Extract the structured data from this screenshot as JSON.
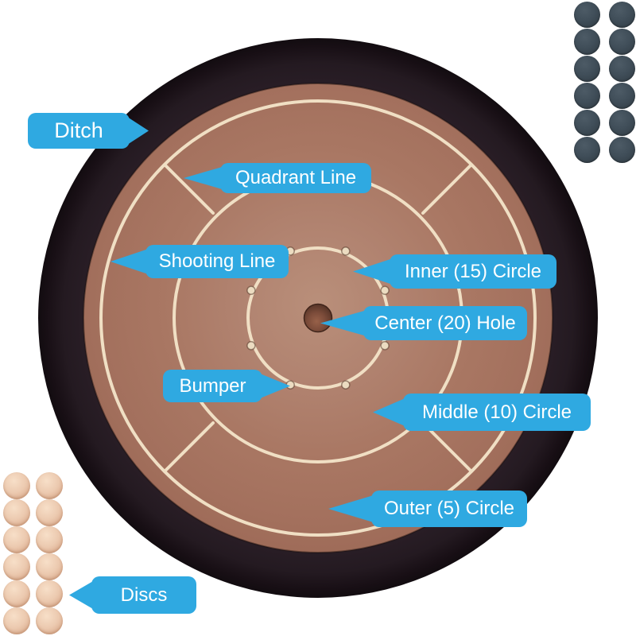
{
  "colors": {
    "accent": "#2fa9e1",
    "label_text": "#ffffff",
    "ditch_wood": "#291f26",
    "ditch_edge": "#140e12",
    "surface_wood": "#a97663",
    "surface_light": "#b88e78",
    "line_cream": "#f0dfc4",
    "disc_dark": "#3e4b55",
    "disc_light": "#ecc9ae",
    "hole_brown": "#6b4434"
  },
  "callouts": {
    "ditch": "Ditch",
    "quadrant_line": "Quadrant Line",
    "shooting_line": "Shooting Line",
    "inner_circle": "Inner (15) Circle",
    "center_hole": "Center (20) Hole",
    "bumper": "Bumper",
    "middle_circle": "Middle (10) Circle",
    "outer_circle": "Outer (5) Circle",
    "discs": "Discs"
  },
  "discs": {
    "dark": {
      "count": 12
    },
    "light": {
      "count": 12
    }
  }
}
